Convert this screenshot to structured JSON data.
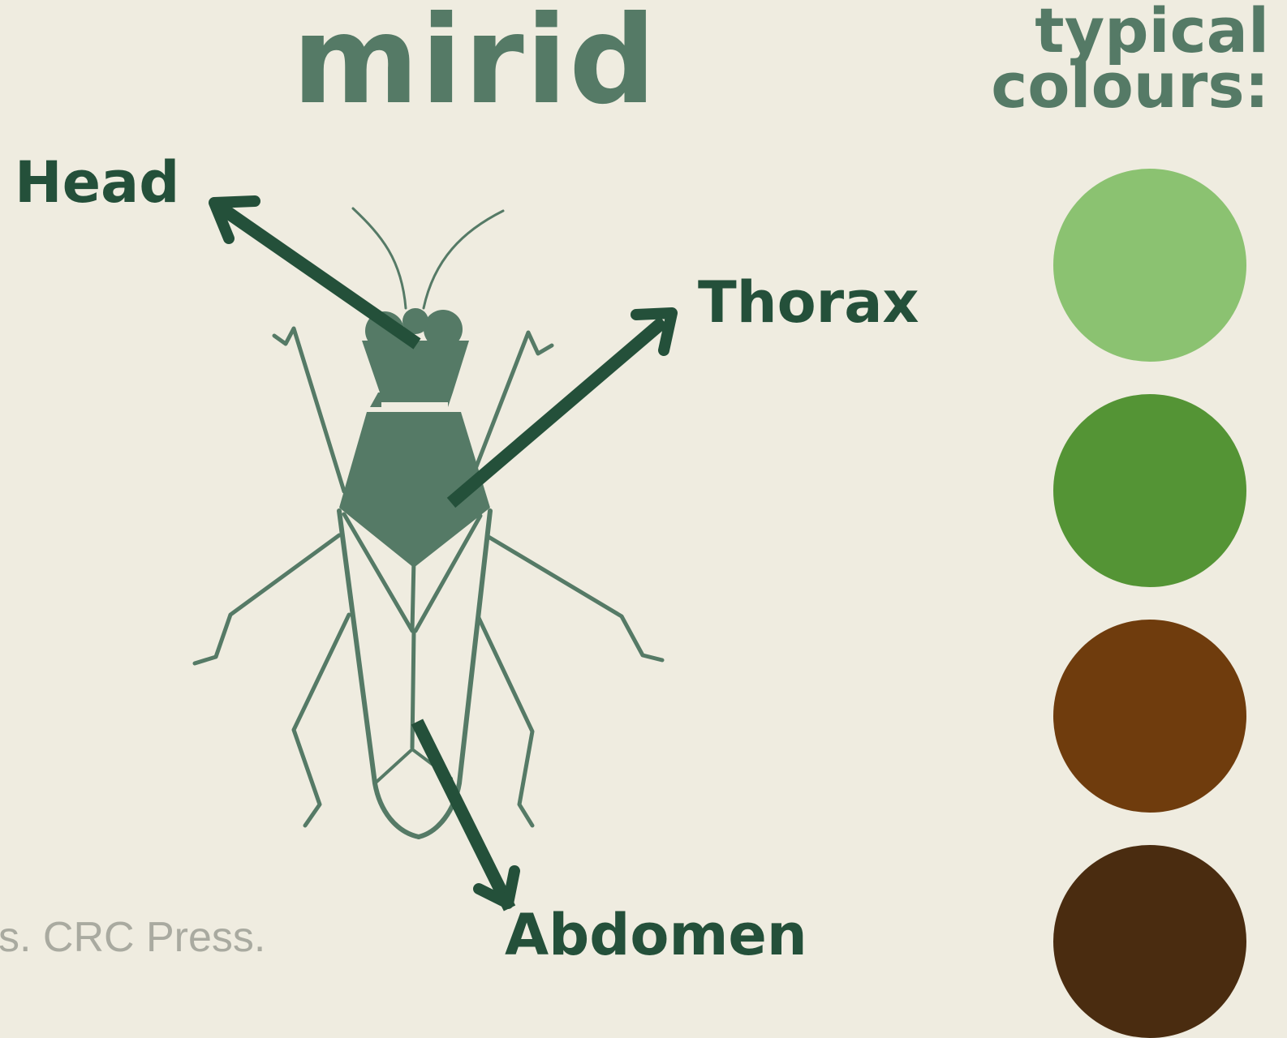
{
  "title": "mirid",
  "colours_heading": {
    "line1": "typical",
    "line2": "colours:"
  },
  "labels": {
    "head": "Head",
    "thorax": "Thorax",
    "abdomen": "Abdomen"
  },
  "credit": "s. CRC Press.",
  "colours": [
    "#8bc271",
    "#549435",
    "#6f3c0d",
    "#4a2c10"
  ],
  "insect_color": "#557a66",
  "arrow_color": "#24503a"
}
